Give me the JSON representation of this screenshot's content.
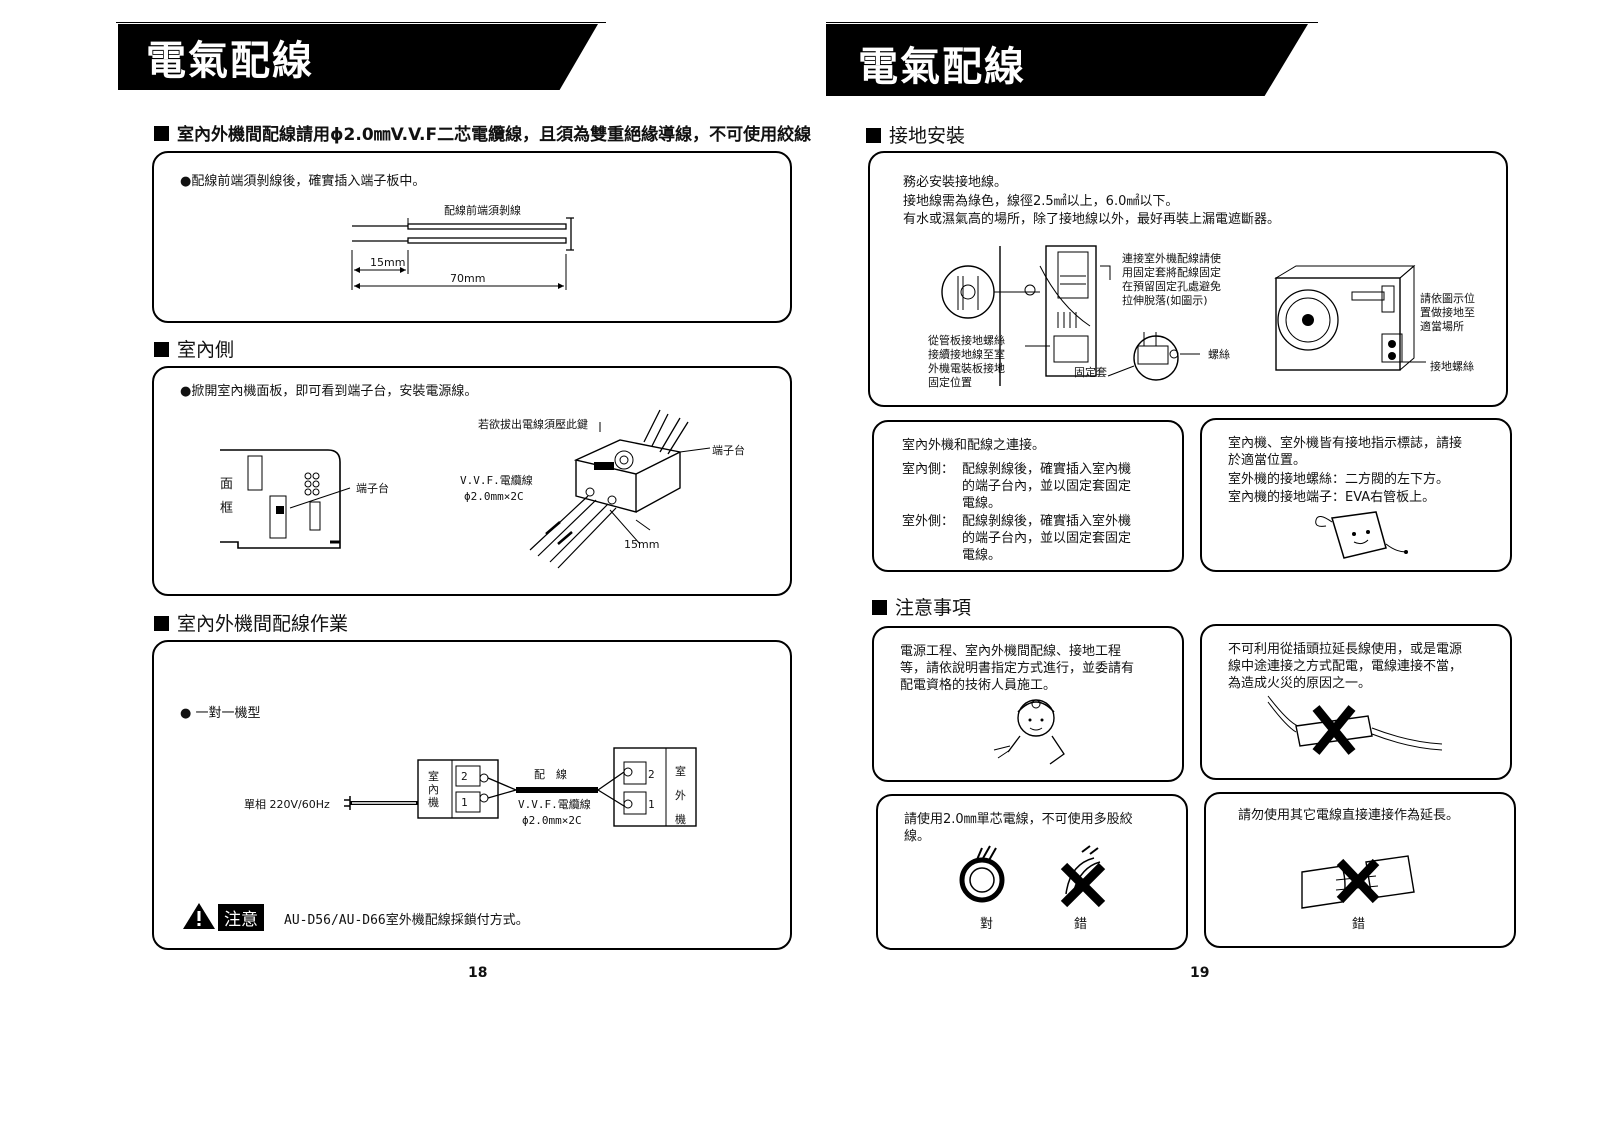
{
  "left_page": {
    "title": "電氣配線",
    "heading_main": "室內外機間配線請用ϕ2.0㎜V.V.F二芯電纜線，且須為雙重絕緣導線，不可使用絞線",
    "box1": {
      "bullet": "●配線前端須剝線後，確實插入端子板中。",
      "label_top": "配線前端須剝線",
      "dim_15": "15mm",
      "dim_70": "70mm"
    },
    "section_indoor": "室內側",
    "box2": {
      "bullet": "●掀開室內機面板，即可看到端子台，安裝電源線。",
      "label_press": "若欲拔出電線須壓此鍵",
      "label_terminal_right": "端子台",
      "label_terminal_left": "端子台",
      "label_frame_1": "面",
      "label_frame_2": "框",
      "label_vvf": "V.V.F.電纜線",
      "label_spec": "ϕ2.0mm×2C",
      "label_15mm": "15mm"
    },
    "section_wiring": "室內外機間配線作業",
    "box3": {
      "bullet": "● 一對一機型",
      "power_label": "單相 220V/60Hz",
      "indoor_unit": "室內機",
      "outdoor_unit": "室外機",
      "wire_label": "配　線",
      "vvf": "V.V.F.電纜線",
      "spec": "ϕ2.0mm×2C",
      "term_2": "2",
      "term_1": "1",
      "caution_label": "注意",
      "caution_text": "AU-D56/AU-D66室外機配線採鎖付方式。"
    },
    "page_number": "18"
  },
  "right_page": {
    "title": "電氣配線",
    "section_ground": "接地安裝",
    "ground_box": {
      "line1": "務必安裝接地線。",
      "line2": "接地線需為綠色，線徑2.5㎟以上，6.0㎟以下。",
      "line3": "有水或濕氣高的場所，除了接地線以外，最好再裝上漏電遮斷器。",
      "label_fix_1": "連接室外機配線請使",
      "label_fix_2": "用固定套將配線固定",
      "label_fix_3": "在預留固定孔處避免",
      "label_fix_4": "拉伸脫落(如圖示)",
      "label_pipe_1": "從管板接地螺絲",
      "label_pipe_2": "接續接地線至室",
      "label_pipe_3": "外機電裝板接地",
      "label_pipe_4": "固定位置",
      "label_sleeve": "固定套",
      "label_screw": "螺絲",
      "label_place_1": "請依圖示位",
      "label_place_2": "置做接地至",
      "label_place_3": "適當場所",
      "label_ground_screw": "接地螺絲"
    },
    "connect_box": {
      "title": "室內外機和配線之連接。",
      "indoor_label": "室內側：",
      "indoor_1": "配線剝線後，確實插入室內機",
      "indoor_2": "的端子台內，並以固定套固定",
      "indoor_3": "電線。",
      "outdoor_label": "室外側：",
      "outdoor_1": "配線剝線後，確實插入室外機",
      "outdoor_2": "的端子台內，並以固定套固定",
      "outdoor_3": "電線。"
    },
    "mark_box": {
      "line1": "室內機、室外機皆有接地指示標誌，請接",
      "line2": "於適當位置。",
      "line3": "室外機的接地螺絲：二方閥的左下方。",
      "line4": "室內機的接地端子：EVA右管板上。"
    },
    "section_caution": "注意事項",
    "caution_box1": {
      "line1": "電源工程、室內外機間配線、接地工程",
      "line2": "等，請依說明書指定方式進行，並委請有",
      "line3": "配電資格的技術人員施工。"
    },
    "caution_box2": {
      "line1": "不可利用從插頭拉延長線使用，或是電源",
      "line2": "線中途連接之方式配電，電線連接不當，",
      "line3": "為造成火災的原因之一。"
    },
    "caution_box3": {
      "line1": "請使用2.0㎜單芯電線，不可使用多股絞",
      "line2": "線。",
      "ok": "對",
      "ng": "錯"
    },
    "caution_box4": {
      "line1": "請勿使用其它電線直接連接作為延長。",
      "ng": "錯"
    },
    "page_number": "19"
  },
  "colors": {
    "ink": "#000000",
    "paper": "#ffffff"
  }
}
